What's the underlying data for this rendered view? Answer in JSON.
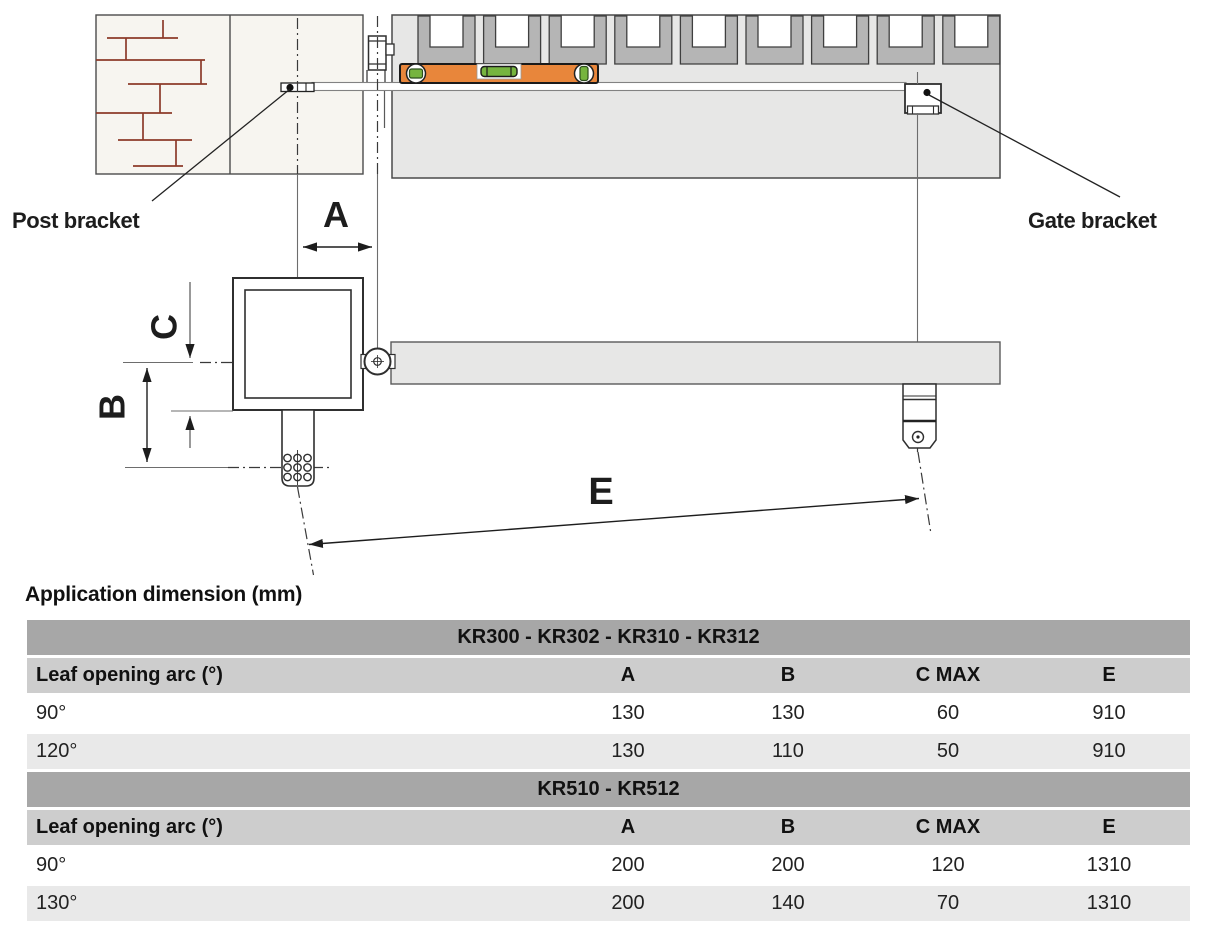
{
  "diagram": {
    "post_bracket_label": "Post bracket",
    "gate_bracket_label": "Gate bracket",
    "dim_a": "A",
    "dim_b": "B",
    "dim_c": "C",
    "dim_e": "E"
  },
  "section_title": "Application dimension (mm)",
  "tables": [
    {
      "model": "KR300 - KR302 - KR310 - KR312",
      "columns": [
        "Leaf opening arc (°)",
        "A",
        "B",
        "C MAX",
        "E"
      ],
      "rows": [
        {
          "arc": "90°",
          "a": "130",
          "b": "130",
          "c_max": "60",
          "e": "910"
        },
        {
          "arc": "120°",
          "a": "130",
          "b": "110",
          "c_max": "50",
          "e": "910"
        }
      ]
    },
    {
      "model": "KR510 - KR512",
      "columns": [
        "Leaf opening arc (°)",
        "A",
        "B",
        "C MAX",
        "E"
      ],
      "rows": [
        {
          "arc": "90°",
          "a": "200",
          "b": "200",
          "c_max": "120",
          "e": "1310"
        },
        {
          "arc": "130°",
          "a": "200",
          "b": "140",
          "c_max": "70",
          "e": "1310"
        }
      ]
    }
  ],
  "colors": {
    "level_orange": "#e8863b",
    "vial_green": "#76b43f",
    "brick_red": "#8c3a2a",
    "table_header_dark": "#a7a7a7",
    "table_header_light": "#cdcdcd",
    "table_row_alt": "#e9e9e9"
  }
}
